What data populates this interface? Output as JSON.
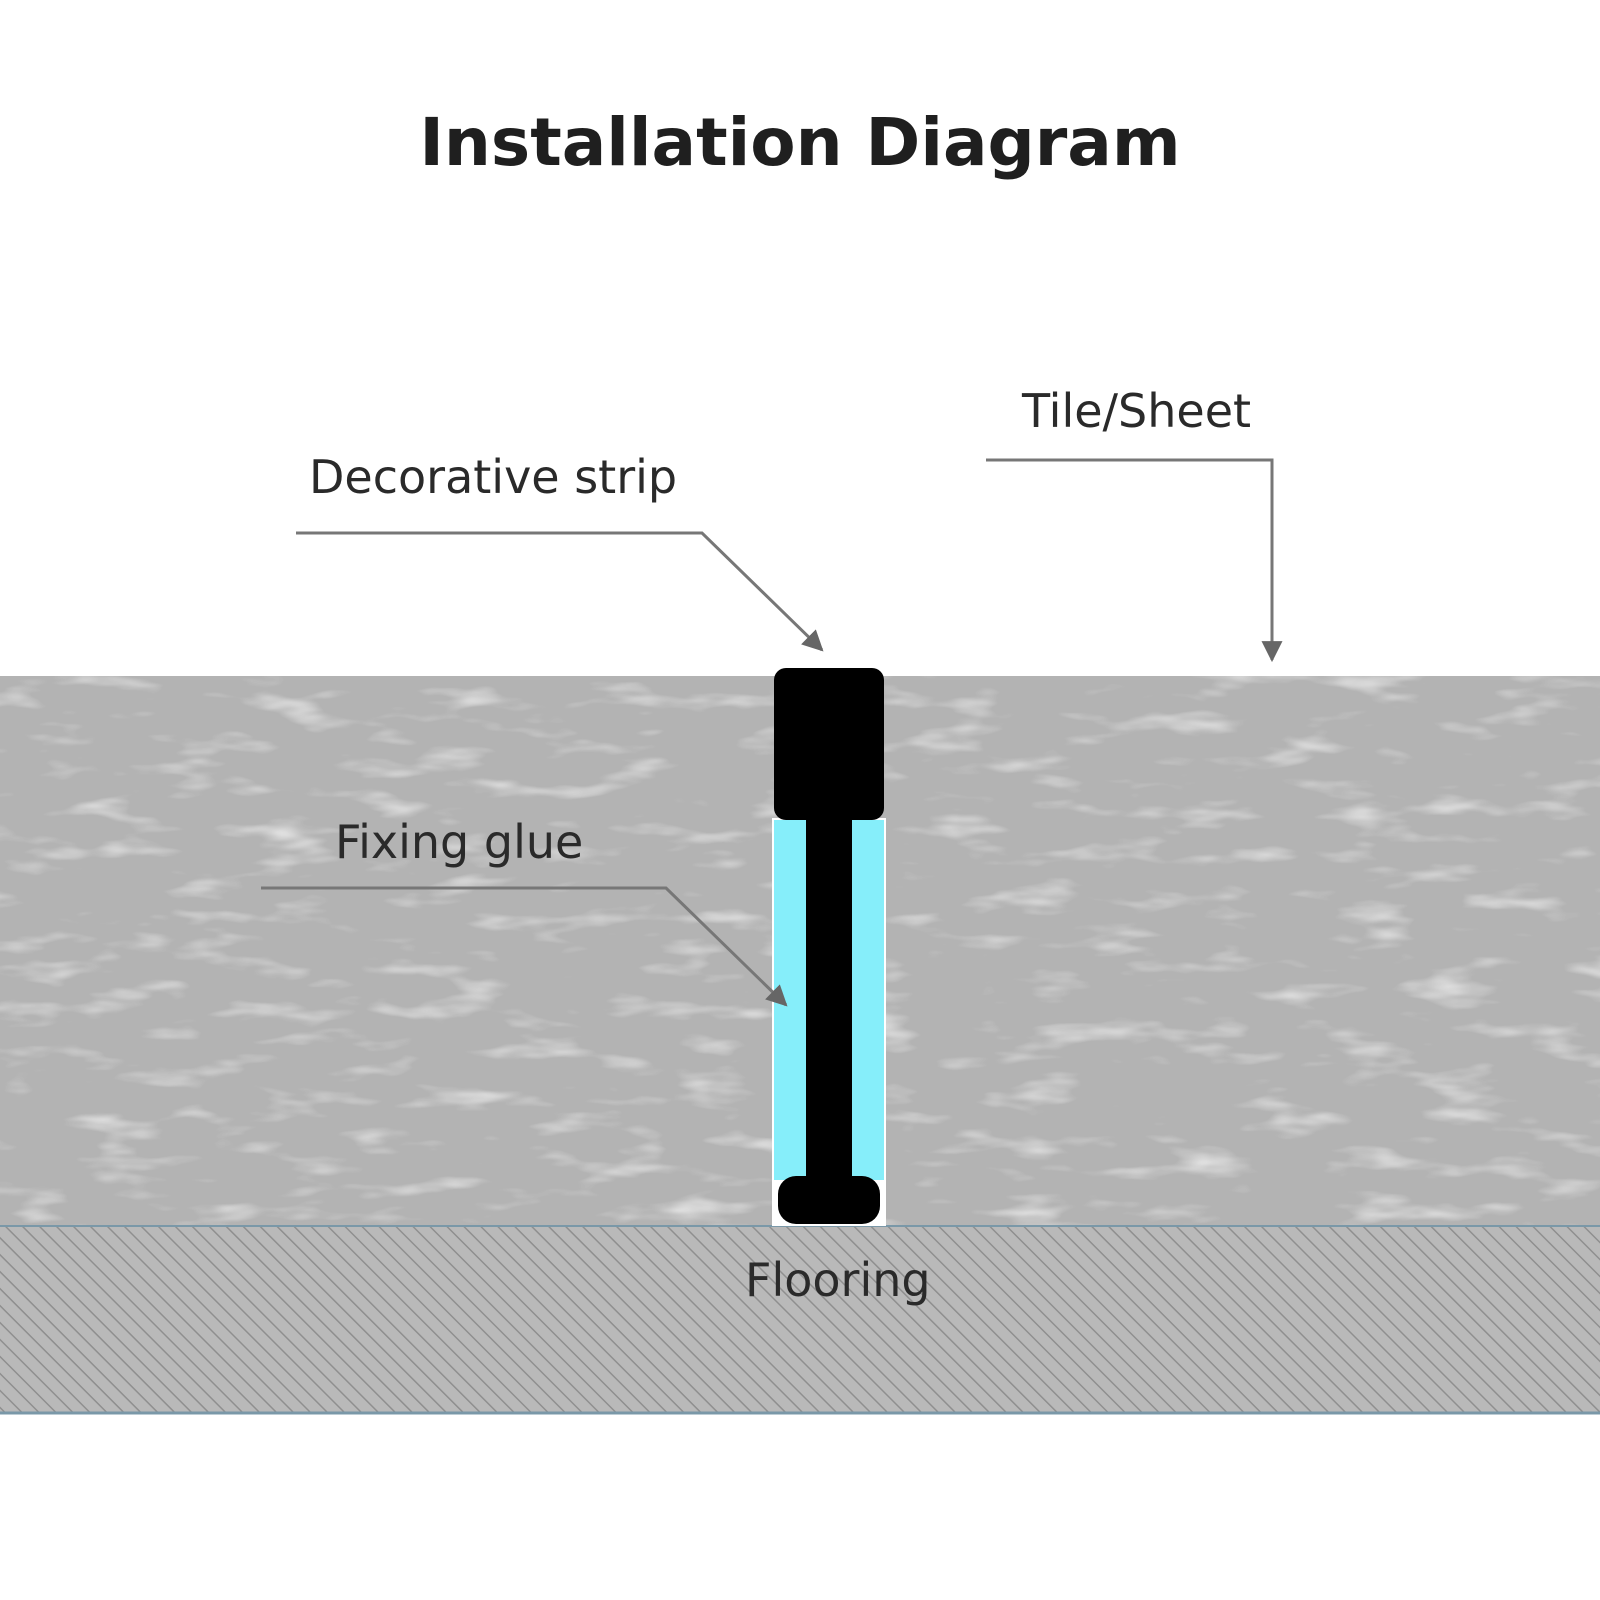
{
  "title": "Installation Diagram",
  "labels": {
    "tile": "Tile/Sheet",
    "strip": "Decorative strip",
    "glue": "Fixing glue",
    "flooring": "Flooring"
  },
  "colors": {
    "tile_fill": "#b3b3b3",
    "tile_texture": "#dcdcdc",
    "flooring_fill": "#b9b9b9",
    "flooring_hatch": "#8f8f8f",
    "flooring_edge": "#7a98a8",
    "strip": "#000000",
    "glue": "#86eefa",
    "leader_line": "#777777",
    "arrow_head": "#666666",
    "text": "#2a2a2a",
    "title_text": "#1f1f1f"
  }
}
